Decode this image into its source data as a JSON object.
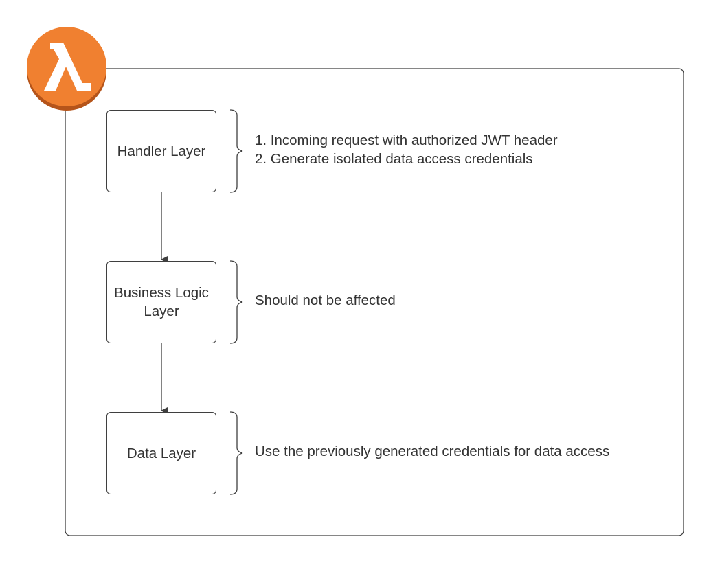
{
  "colors": {
    "lambda_orange": "#f08030",
    "lambda_shadow": "#b5541a",
    "line": "#3f3f3f",
    "text": "#333333"
  },
  "icons": {
    "lambda_badge": "aws-lambda-icon"
  },
  "layers": [
    {
      "label": "Handler Layer",
      "notes": [
        "1. Incoming request with authorized JWT header",
        "2. Generate isolated data access credentials"
      ]
    },
    {
      "label": "Business Logic Layer",
      "notes": [
        "Should not be affected"
      ]
    },
    {
      "label": "Data Layer",
      "notes": [
        "Use the previously generated credentials for data access"
      ]
    }
  ]
}
